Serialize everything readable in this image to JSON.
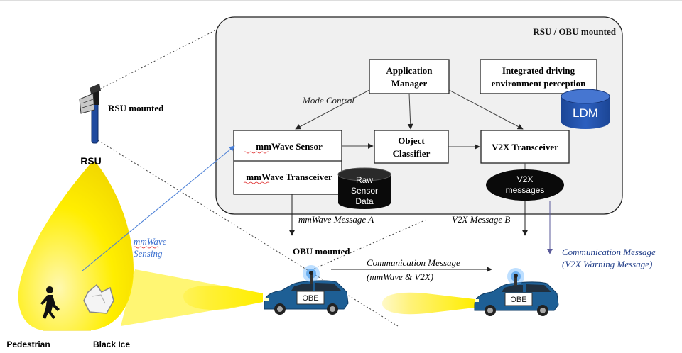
{
  "panel": {
    "title": "RSU / OBU mounted"
  },
  "blocks": {
    "app_manager": [
      "Application",
      "Manager"
    ],
    "integrated": [
      "Integrated driving",
      "environment perception"
    ],
    "ldm": "LDM",
    "mmwave_sensor": "mmWave Sensor",
    "mmwave_transceiver": "mmWave Transceiver",
    "raw_sensor": [
      "Raw",
      "Sensor",
      "Data"
    ],
    "object_classifier": [
      "Object",
      "Classifier"
    ],
    "v2x_transceiver": "V2X Transceiver",
    "v2x_messages": [
      "V2X",
      "messages"
    ]
  },
  "edge_labels": {
    "mode_control": "Mode Control",
    "mmwave_message_a": "mmWave Message A",
    "v2x_message_b": "V2X Message B",
    "mmwave_sensing": [
      "mmWave",
      "Sensing"
    ],
    "comm_message_mid": [
      "Communication Message",
      "(mmWave & V2X)"
    ],
    "comm_message_right": [
      "Communication Message",
      "(V2X Warning Message)"
    ]
  },
  "scene": {
    "rsu_mounted": "RSU mounted",
    "rsu": "RSU",
    "obu_mounted": "OBU mounted",
    "pedestrian": "Pedestrian",
    "black_ice": "Black Ice",
    "obe_left": "OBE",
    "obe_right": "OBE"
  },
  "colors": {
    "panel_fill": "#f0f0f0",
    "ldm_blue": "#1f4fa8",
    "beam_yellow": "#ffee00",
    "sensing_blue": "#4a7fd6",
    "car_blue": "#1e5f95",
    "comm_text": "#1f3c88"
  }
}
